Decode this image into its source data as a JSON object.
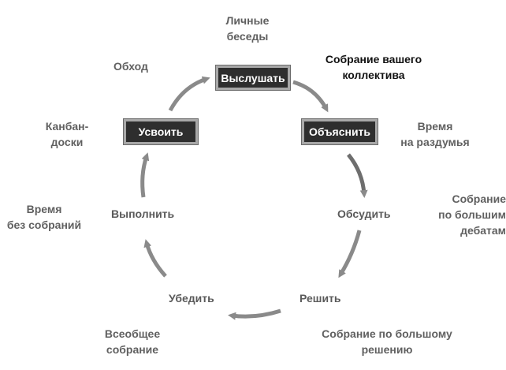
{
  "stages": {
    "listen": "Выслушать",
    "explain": "Объяснить",
    "discuss": "Обсудить",
    "decide": "Решить",
    "convince": "Убедить",
    "execute": "Выполнить",
    "absorb": "Усвоить"
  },
  "notes": {
    "personal": [
      "Личные",
      "беседы"
    ],
    "team_meeting": [
      "Собрание вашего",
      "коллектива"
    ],
    "think_time": [
      "Время",
      "на раздумья"
    ],
    "debate_meeting": [
      "Собрание",
      "по большим",
      "дебатам"
    ],
    "decision_meeting": [
      "Собрание по большому",
      "решению"
    ],
    "all_hands": [
      "Всеобщее",
      "собрание"
    ],
    "no_meetings": [
      "Время",
      "без собраний"
    ],
    "kanban": [
      "Канбан-",
      "доски"
    ],
    "walkaround": [
      "Обход"
    ]
  },
  "colors": {
    "box_fill": "#2e2e2e",
    "box_border": "#a8a8a8",
    "arrow": "#8a8a8a",
    "stage_text": "#5a5a5a",
    "note_text": "#606060",
    "highlight_note_text": "#111111"
  }
}
